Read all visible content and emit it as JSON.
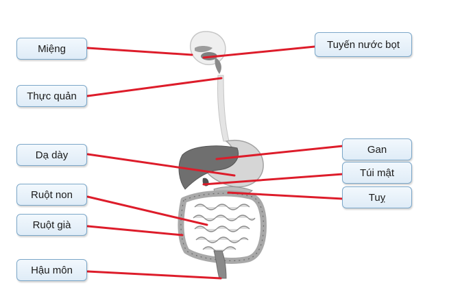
{
  "diagram": {
    "left_labels": {
      "mouth": "Miệng",
      "esophagus": "Thực quản",
      "stomach": "Dạ dày",
      "small_intestine": "Ruột non",
      "large_intestine": "Ruột già",
      "anus": "Hậu môn"
    },
    "right_labels": {
      "salivary_glands": "Tuyến nước bọt",
      "liver": "Gan",
      "gallbladder": "Túi mật",
      "pancreas": "Tuỵ"
    },
    "colors": {
      "leader_line": "#dd1c2a",
      "organ_fill": "#d2d2d2",
      "organ_stroke": "#9a9a9a",
      "liver_fill": "#6e6e6e",
      "label_border": "#7aa6c8",
      "label_fill": "#e6f0f9"
    }
  }
}
